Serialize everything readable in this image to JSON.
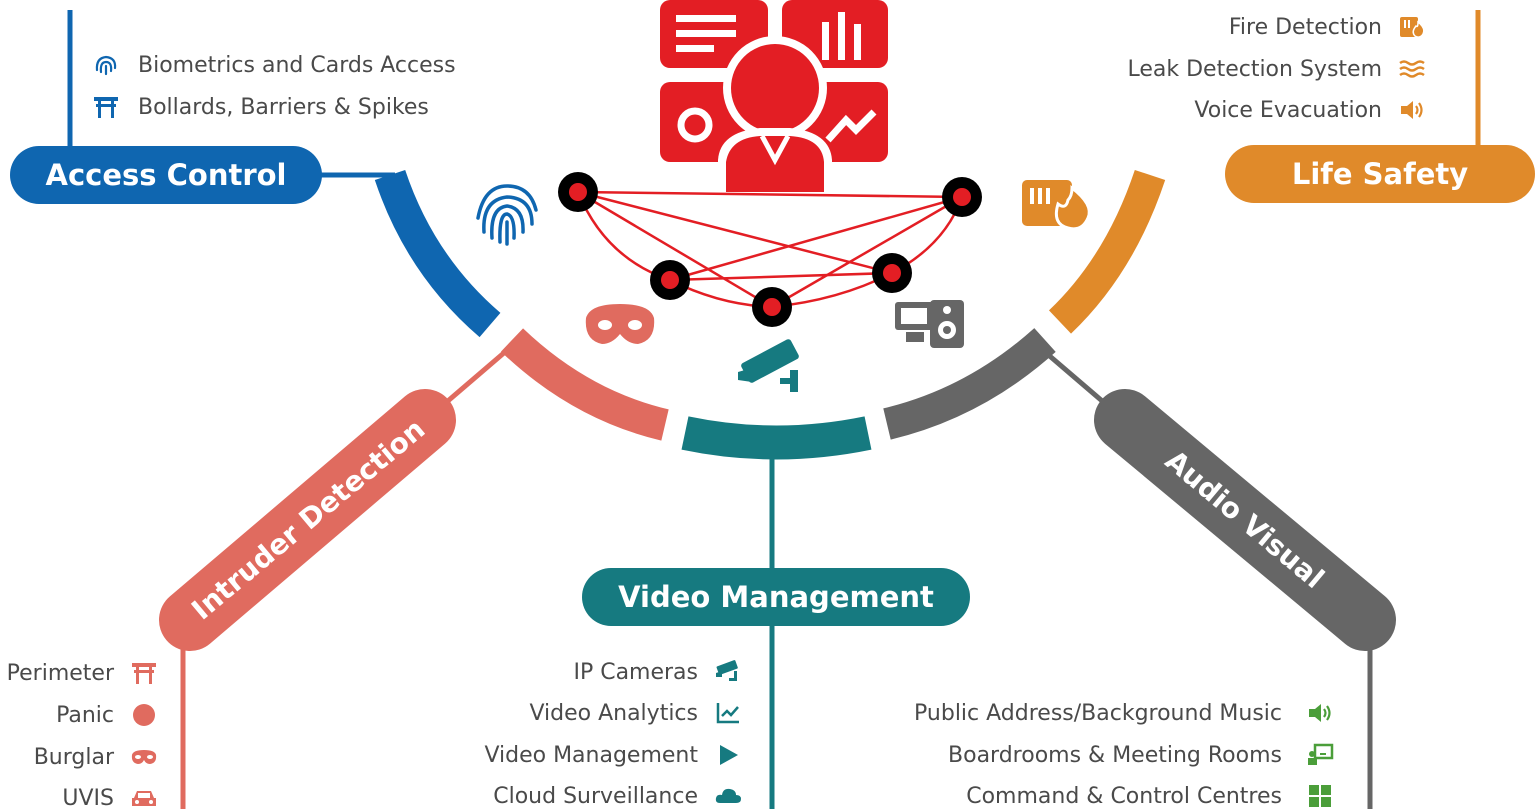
{
  "colors": {
    "access": "#0F66B0",
    "intruder": "#E06B5F",
    "video": "#167A80",
    "audio": "#666666",
    "life": "#E08A2A",
    "hub": "#E31E24",
    "node": "#000000",
    "green": "#4B9E3A"
  },
  "categories": {
    "access_control": "Access Control",
    "intruder_detection": "Intruder Detection",
    "video_management": "Video Management",
    "audio_visual": "Audio Visual",
    "life_safety": "Life Safety"
  },
  "access_items": [
    {
      "label": "Biometrics and Cards Access",
      "icon": "fingerprint-icon"
    },
    {
      "label": "Bollards, Barriers & Spikes",
      "icon": "gate-icon"
    }
  ],
  "life_items": [
    {
      "label": "Fire Detection",
      "icon": "fire-detector-icon"
    },
    {
      "label": "Leak Detection System",
      "icon": "water-waves-icon"
    },
    {
      "label": "Voice Evacuation",
      "icon": "speaker-icon"
    }
  ],
  "intruder_items": [
    {
      "label": "Perimeter",
      "icon": "gate-icon"
    },
    {
      "label": "Panic",
      "icon": "circle-icon"
    },
    {
      "label": "Burglar",
      "icon": "mask-icon"
    },
    {
      "label": "UVIS",
      "icon": "car-icon"
    }
  ],
  "video_items": [
    {
      "label": "IP Cameras",
      "icon": "cctv-icon"
    },
    {
      "label": "Video Analytics",
      "icon": "analytics-chart-icon"
    },
    {
      "label": "Video Management",
      "icon": "play-icon"
    },
    {
      "label": "Cloud Surveillance",
      "icon": "cloud-icon"
    }
  ],
  "audio_items": [
    {
      "label": "Public Address/Background Music",
      "icon": "speaker-icon"
    },
    {
      "label": "Boardrooms & Meeting Rooms",
      "icon": "presentation-icon"
    },
    {
      "label": "Command & Control Centres",
      "icon": "grid-icon"
    }
  ]
}
